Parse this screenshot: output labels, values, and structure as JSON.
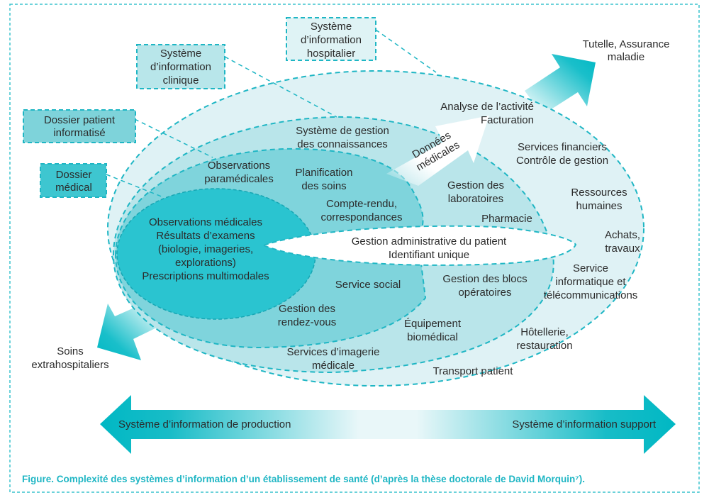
{
  "figure": {
    "caption": "Figure. Complexité des systèmes d’information d’un établissement de santé (d’après la thèse doctorale de David Morquin⁷).",
    "colors": {
      "accent": "#1fb6c4",
      "dark_teal": "#00b8c4",
      "core_fill": "#2ac4d0",
      "ring2_fill": "#7fd4dc",
      "ring3_fill": "#b9e5ea",
      "outer_fill": "#dff2f5",
      "box_dark": "#3ec6d0",
      "box_mid": "#7ed3da",
      "box_light": "#b8e6ea",
      "box_lightest": "#dff3f5",
      "text": "#2b2b2b"
    }
  },
  "callout_boxes": [
    {
      "id": "si-hospitalier",
      "lines": [
        "Système",
        "d’information",
        "hospitalier"
      ]
    },
    {
      "id": "si-clinique",
      "lines": [
        "Système",
        "d’information",
        "clinique"
      ]
    },
    {
      "id": "dpi",
      "lines": [
        "Dossier patient",
        "informatisé"
      ]
    },
    {
      "id": "dossier-medical",
      "lines": [
        "Dossier",
        "médical"
      ]
    }
  ],
  "core": {
    "lines": [
      "Observations médicales",
      "Résultats d’examens",
      "(biologie, imageries,",
      "explorations)",
      "Prescriptions multimodales"
    ]
  },
  "center_ellipse": {
    "lines": [
      "Gestion administrative du patient",
      "Identifiant unique"
    ]
  },
  "labels": {
    "observations_paramedicales": [
      "Observations",
      "paramédicales"
    ],
    "planification": [
      "Planification",
      "des soins"
    ],
    "compte_rendu": [
      "Compte-rendu,",
      "correspondances"
    ],
    "service_social": [
      "Service social"
    ],
    "rendez_vous": [
      "Gestion des",
      "rendez-vous"
    ],
    "gestion_connaissances": [
      "Système de gestion",
      "des connaissances"
    ],
    "laboratoires": [
      "Gestion des",
      "laboratoires"
    ],
    "pharmacie": [
      "Pharmacie"
    ],
    "blocs": [
      "Gestion des blocs",
      "opératoires"
    ],
    "equipement": [
      "Équipement",
      "biomédical"
    ],
    "imagerie": [
      "Services d’imagerie",
      "médicale"
    ],
    "analyse": [
      "Analyse de l’activité",
      "Facturation"
    ],
    "financiers": [
      "Services financiers",
      "Contrôle de gestion"
    ],
    "rh": [
      "Ressources",
      "humaines"
    ],
    "achats": [
      "Achats,",
      "travaux"
    ],
    "informatique": [
      "Service",
      "informatique et",
      "télécommunications"
    ],
    "hotellerie": [
      "Hôtellerie,",
      "restauration"
    ],
    "transport": [
      "Transport patient"
    ]
  },
  "arrows": {
    "donnees_medicales": [
      "Données",
      "médicales"
    ],
    "tutelle": [
      "Tutelle, Assurance",
      "maladie"
    ],
    "soins_extra": [
      "Soins",
      "extrahospitaliers"
    ],
    "production": "Système d’information de production",
    "support": "Système d’information support"
  }
}
